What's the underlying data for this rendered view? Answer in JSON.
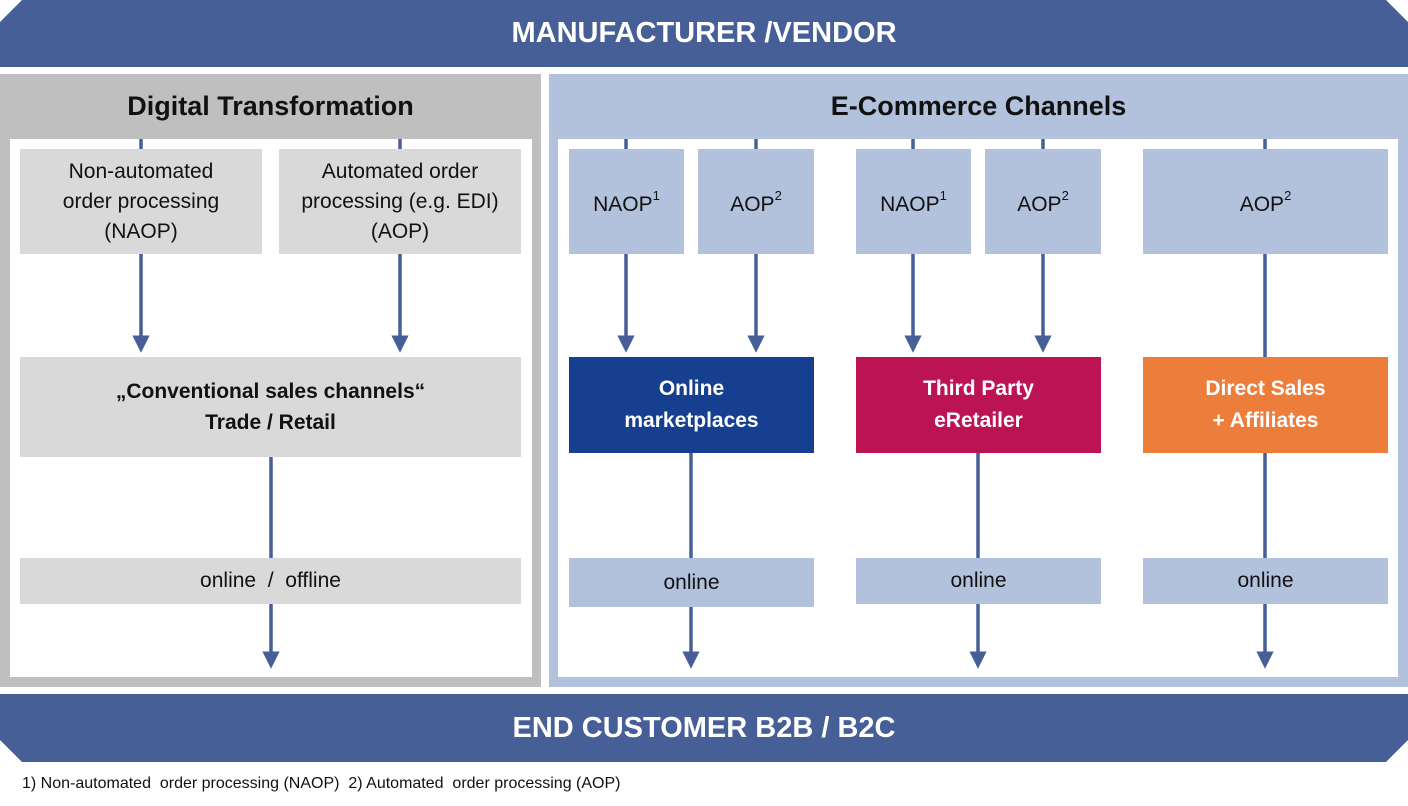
{
  "header": {
    "title": "MANUFACTURER /VENDOR"
  },
  "footer": {
    "title": "END CUSTOMER B2B / B2C"
  },
  "digital": {
    "title": "Digital Transformation",
    "naop_box": "Non-automated\norder processing\n(NAOP)",
    "aop_box": "Automated order\nprocessing (e.g. EDI)\n(AOP)",
    "channel": "„Conventional sales channels“\nTrade / Retail",
    "output": "online  /  offline"
  },
  "ecommerce": {
    "title": "E-Commerce Channels",
    "col1": {
      "naop": "NAOP",
      "naop_sup": "1",
      "aop": "AOP",
      "aop_sup": "2",
      "channel": "Online\nmarketplaces",
      "channel_color": "#163f8f",
      "output": "online"
    },
    "col2": {
      "naop": "NAOP",
      "naop_sup": "1",
      "aop": "AOP",
      "aop_sup": "2",
      "channel": "Third Party\neRetailer",
      "channel_color": "#bb1354",
      "output": "online"
    },
    "col3": {
      "aop": "AOP",
      "aop_sup": "2",
      "channel": "Direct Sales\n+ Affiliates",
      "channel_color": "#ed7d3b",
      "output": "online"
    }
  },
  "footnote": "1) Non-automated  order processing (NAOP)  2) Automated  order processing (AOP)",
  "colors": {
    "banner": "#465f96",
    "arrow": "#465f96",
    "left_frame": "#bfbfbf",
    "right_frame": "#b2c1dc"
  }
}
